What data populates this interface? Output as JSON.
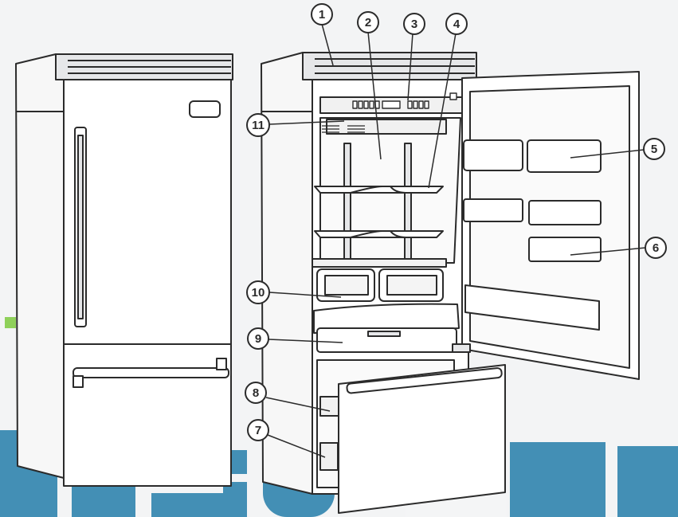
{
  "colors": {
    "background": "#f3f4f5",
    "line": "#2b2b2b",
    "panel_fill": "#ffffff",
    "shade": "#e6e7e9",
    "watermark": "#3a8ab2",
    "watermark_dots": "#8fd05a"
  },
  "callouts": [
    {
      "label": "1"
    },
    {
      "label": "2"
    },
    {
      "label": "3"
    },
    {
      "label": "4"
    },
    {
      "label": "5"
    },
    {
      "label": "6"
    },
    {
      "label": "7"
    },
    {
      "label": "8"
    },
    {
      "label": "9"
    },
    {
      "label": "10"
    },
    {
      "label": "11"
    }
  ]
}
